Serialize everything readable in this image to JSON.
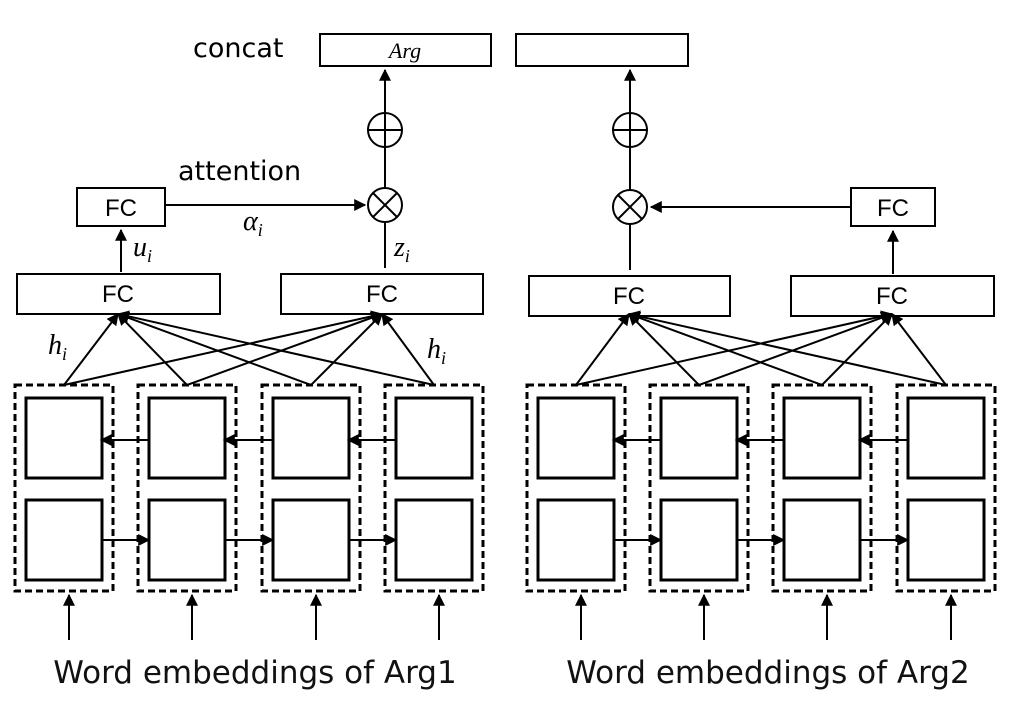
{
  "labels": {
    "concat": "concat",
    "attention": "attention",
    "fc": "FC",
    "arg_box": "Arg",
    "alpha": "α",
    "alpha_sub": "i",
    "u": "u",
    "u_sub": "i",
    "z": "z",
    "z_sub": "i",
    "h": "h",
    "h_sub": "i"
  },
  "captions": {
    "left": "Word embeddings of Arg1",
    "right": "Word embeddings of Arg2"
  },
  "symbols": {
    "plus": "⊕",
    "times": "⊗"
  }
}
